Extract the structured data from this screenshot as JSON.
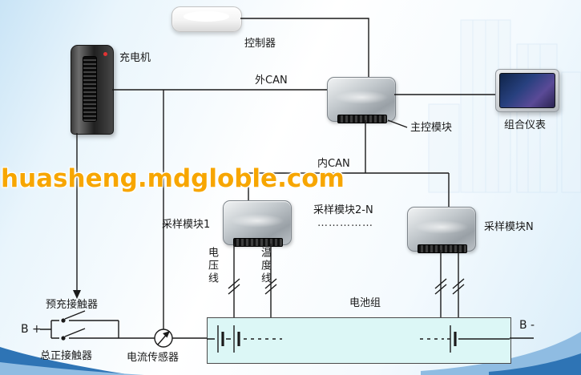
{
  "watermark": "huasheng.mdgloble.com",
  "labels": {
    "controller": "控制器",
    "charger": "充电机",
    "ext_can": "外CAN",
    "main_module": "主控模块",
    "instrument_cluster": "组合仪表",
    "int_can": "内CAN",
    "sampling_module_1": "采样模块1",
    "sampling_module_2n": "采样模块2-N",
    "sampling_dots": "……………",
    "sampling_module_n": "采样模块N",
    "voltage_line": "电压线",
    "temperature_line": "温度线",
    "battery_pack": "电池组",
    "b_plus": "B +",
    "b_minus": "B -",
    "precharge_contactor": "预充接触器",
    "main_positive_contactor": "总正接触器",
    "current_sensor": "电流传感器"
  },
  "colors": {
    "watermark": "#f7a600",
    "battery_fill": "#dcf7f6",
    "wave_dark_blue": "#2e74b5",
    "wave_light_blue": "#8fbce2",
    "wire": "#1a1a1a"
  },
  "icons": {
    "controller-device": "white rounded router box",
    "charger-device": "dark tower with grille",
    "ecu-module-device": "silver ECU with black pin connector",
    "instrument-cluster-device": "tablet with blue screen",
    "current-sensor-symbol": "circle with diagonal arrow",
    "contactor-symbol": "switch blade with contact dot",
    "battery-cell-symbol": "long-short plate pairs"
  }
}
